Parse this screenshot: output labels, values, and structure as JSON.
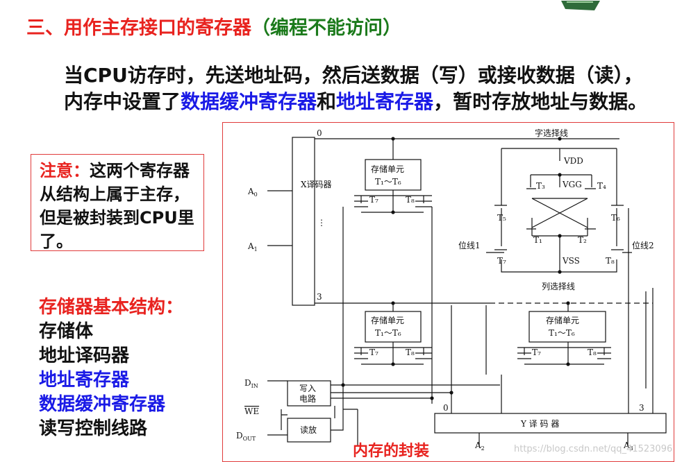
{
  "title": {
    "main": "三、用作主存接口的寄存器",
    "paren": "（编程不能访问）"
  },
  "intro": {
    "line1": "当CPU访存时，先送地址码，然后送数据（写）或接收数据（读），",
    "line2_a": "内存中设置了",
    "line2_b": "数据缓冲寄存器",
    "line2_c": "和",
    "line2_d": "地址寄存器",
    "line2_e": "，暂时存放地址与数据。"
  },
  "note": {
    "label": "注意：",
    "text": "这两个寄存器从结构上属于主存，但是被封装到CPU里了。"
  },
  "structure": {
    "heading": "存储器基本结构：",
    "items": [
      {
        "text": "存储体",
        "color": "#111111"
      },
      {
        "text": "地址译码器",
        "color": "#111111"
      },
      {
        "text": "地址寄存器",
        "color": "#1a1ae6"
      },
      {
        "text": "数据缓冲寄存器",
        "color": "#1a1ae6"
      },
      {
        "text": "读写控制线路",
        "color": "#111111"
      }
    ]
  },
  "diagram": {
    "x_decoder": "X译码器",
    "a0": "A",
    "a0_sub": "0",
    "a1": "A",
    "a1_sub": "1",
    "num0_top": "0",
    "num3": "3",
    "dots": "⋮",
    "word_line": "字选择线",
    "col_line": "列选择线",
    "bit_line1": "位线1",
    "bit_line2": "位线2",
    "cell_label": "存储单元",
    "cell_range": "T₁～T₆",
    "t7": "T₇",
    "t8": "T₈",
    "vdd": "VDD",
    "vgg": "VGG",
    "vss": "VSS",
    "t1": "T₁",
    "t2": "T₂",
    "t3": "T₃",
    "t4": "T₄",
    "t5": "T₅",
    "t6": "T₆",
    "din": "D",
    "din_sub": "IN",
    "we": "WE",
    "dout": "D",
    "dout_sub": "OUT",
    "write_circuit_1": "写入",
    "write_circuit_2": "电路",
    "read_amp": "读放",
    "y_decoder": "Y 译 码 器",
    "y0": "0",
    "y3": "3",
    "a2": "A",
    "a2_sub": "2",
    "a3": "A",
    "a3_sub": "3"
  },
  "caption": "内存的封装",
  "watermark": "https://blog.csdn.net/qq_41523096",
  "colors": {
    "title_red": "#e8231f",
    "title_green": "#1b7a1b",
    "highlight_blue": "#1a1ae6",
    "frame_red": "#e03a3a"
  }
}
